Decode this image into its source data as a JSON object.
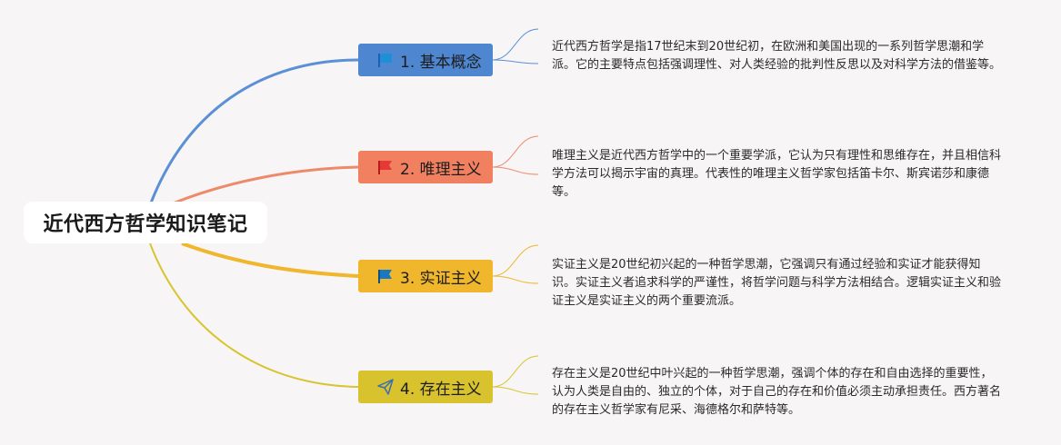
{
  "root": {
    "title": "近代西方哲学知识笔记"
  },
  "branches": [
    {
      "label": "1. 基本概念",
      "icon": "flag-icon",
      "color": "#4f86d0",
      "line_color": "#5b8fd6",
      "description": "近代西方哲学是指17世纪末到20世纪初，在欧洲和美国出现的一系列哲学思潮和学派。它的主要特点包括强调理性、对人类经验的批判性反思以及对科学方法的借鉴等。"
    },
    {
      "label": "2. 唯理主义",
      "icon": "flag-icon",
      "color": "#f08060",
      "line_color": "#ee8a6c",
      "description": "唯理主义是近代西方哲学中的一个重要学派，它认为只有理性和思维存在，并且相信科学方法可以揭示宇宙的真理。代表性的唯理主义哲学家包括笛卡尔、斯宾诺莎和康德等。"
    },
    {
      "label": "3. 实证主义",
      "icon": "flag-icon",
      "color": "#f0b62c",
      "line_color": "#f0b62c",
      "description": "实证主义是20世纪初兴起的一种哲学思潮，它强调只有通过经验和实证才能获得知识。实证主义者追求科学的严谨性，将哲学问题与科学方法相结合。逻辑实证主义和验证主义是实证主义的两个重要流派。"
    },
    {
      "label": "4. 存在主义",
      "icon": "paper-plane-icon",
      "color": "#d8c22e",
      "line_color": "#d8c430",
      "description": "存在主义是20世纪中叶兴起的一种哲学思潮，强调个体的存在和自由选择的重要性，认为人类是自由的、独立的个体，对于自己的存在和价值必须主动承担责任。西方著名的存在主义哲学家有尼采、海德格尔和萨特等。"
    }
  ]
}
